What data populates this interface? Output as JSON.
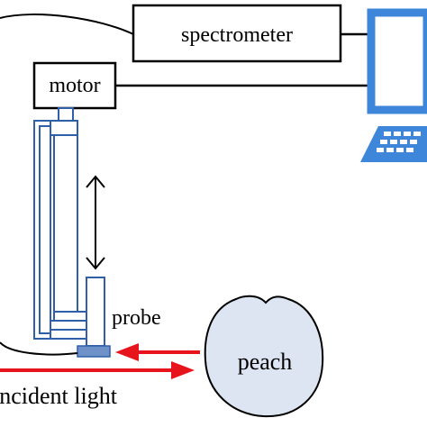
{
  "labels": {
    "spectrometer": "spectrometer",
    "motor": "motor",
    "probe": "probe",
    "peach": "peach",
    "incident_light": "incident light"
  },
  "colors": {
    "line": "#000000",
    "rail_blue": "#2f5fa8",
    "laptop_blue": "#3d86d9",
    "probe_fill": "#6e92c8",
    "peach_fill": "#dde5f3",
    "arrow_red": "#e8141b"
  },
  "icons": {
    "computer": "laptop-icon"
  }
}
